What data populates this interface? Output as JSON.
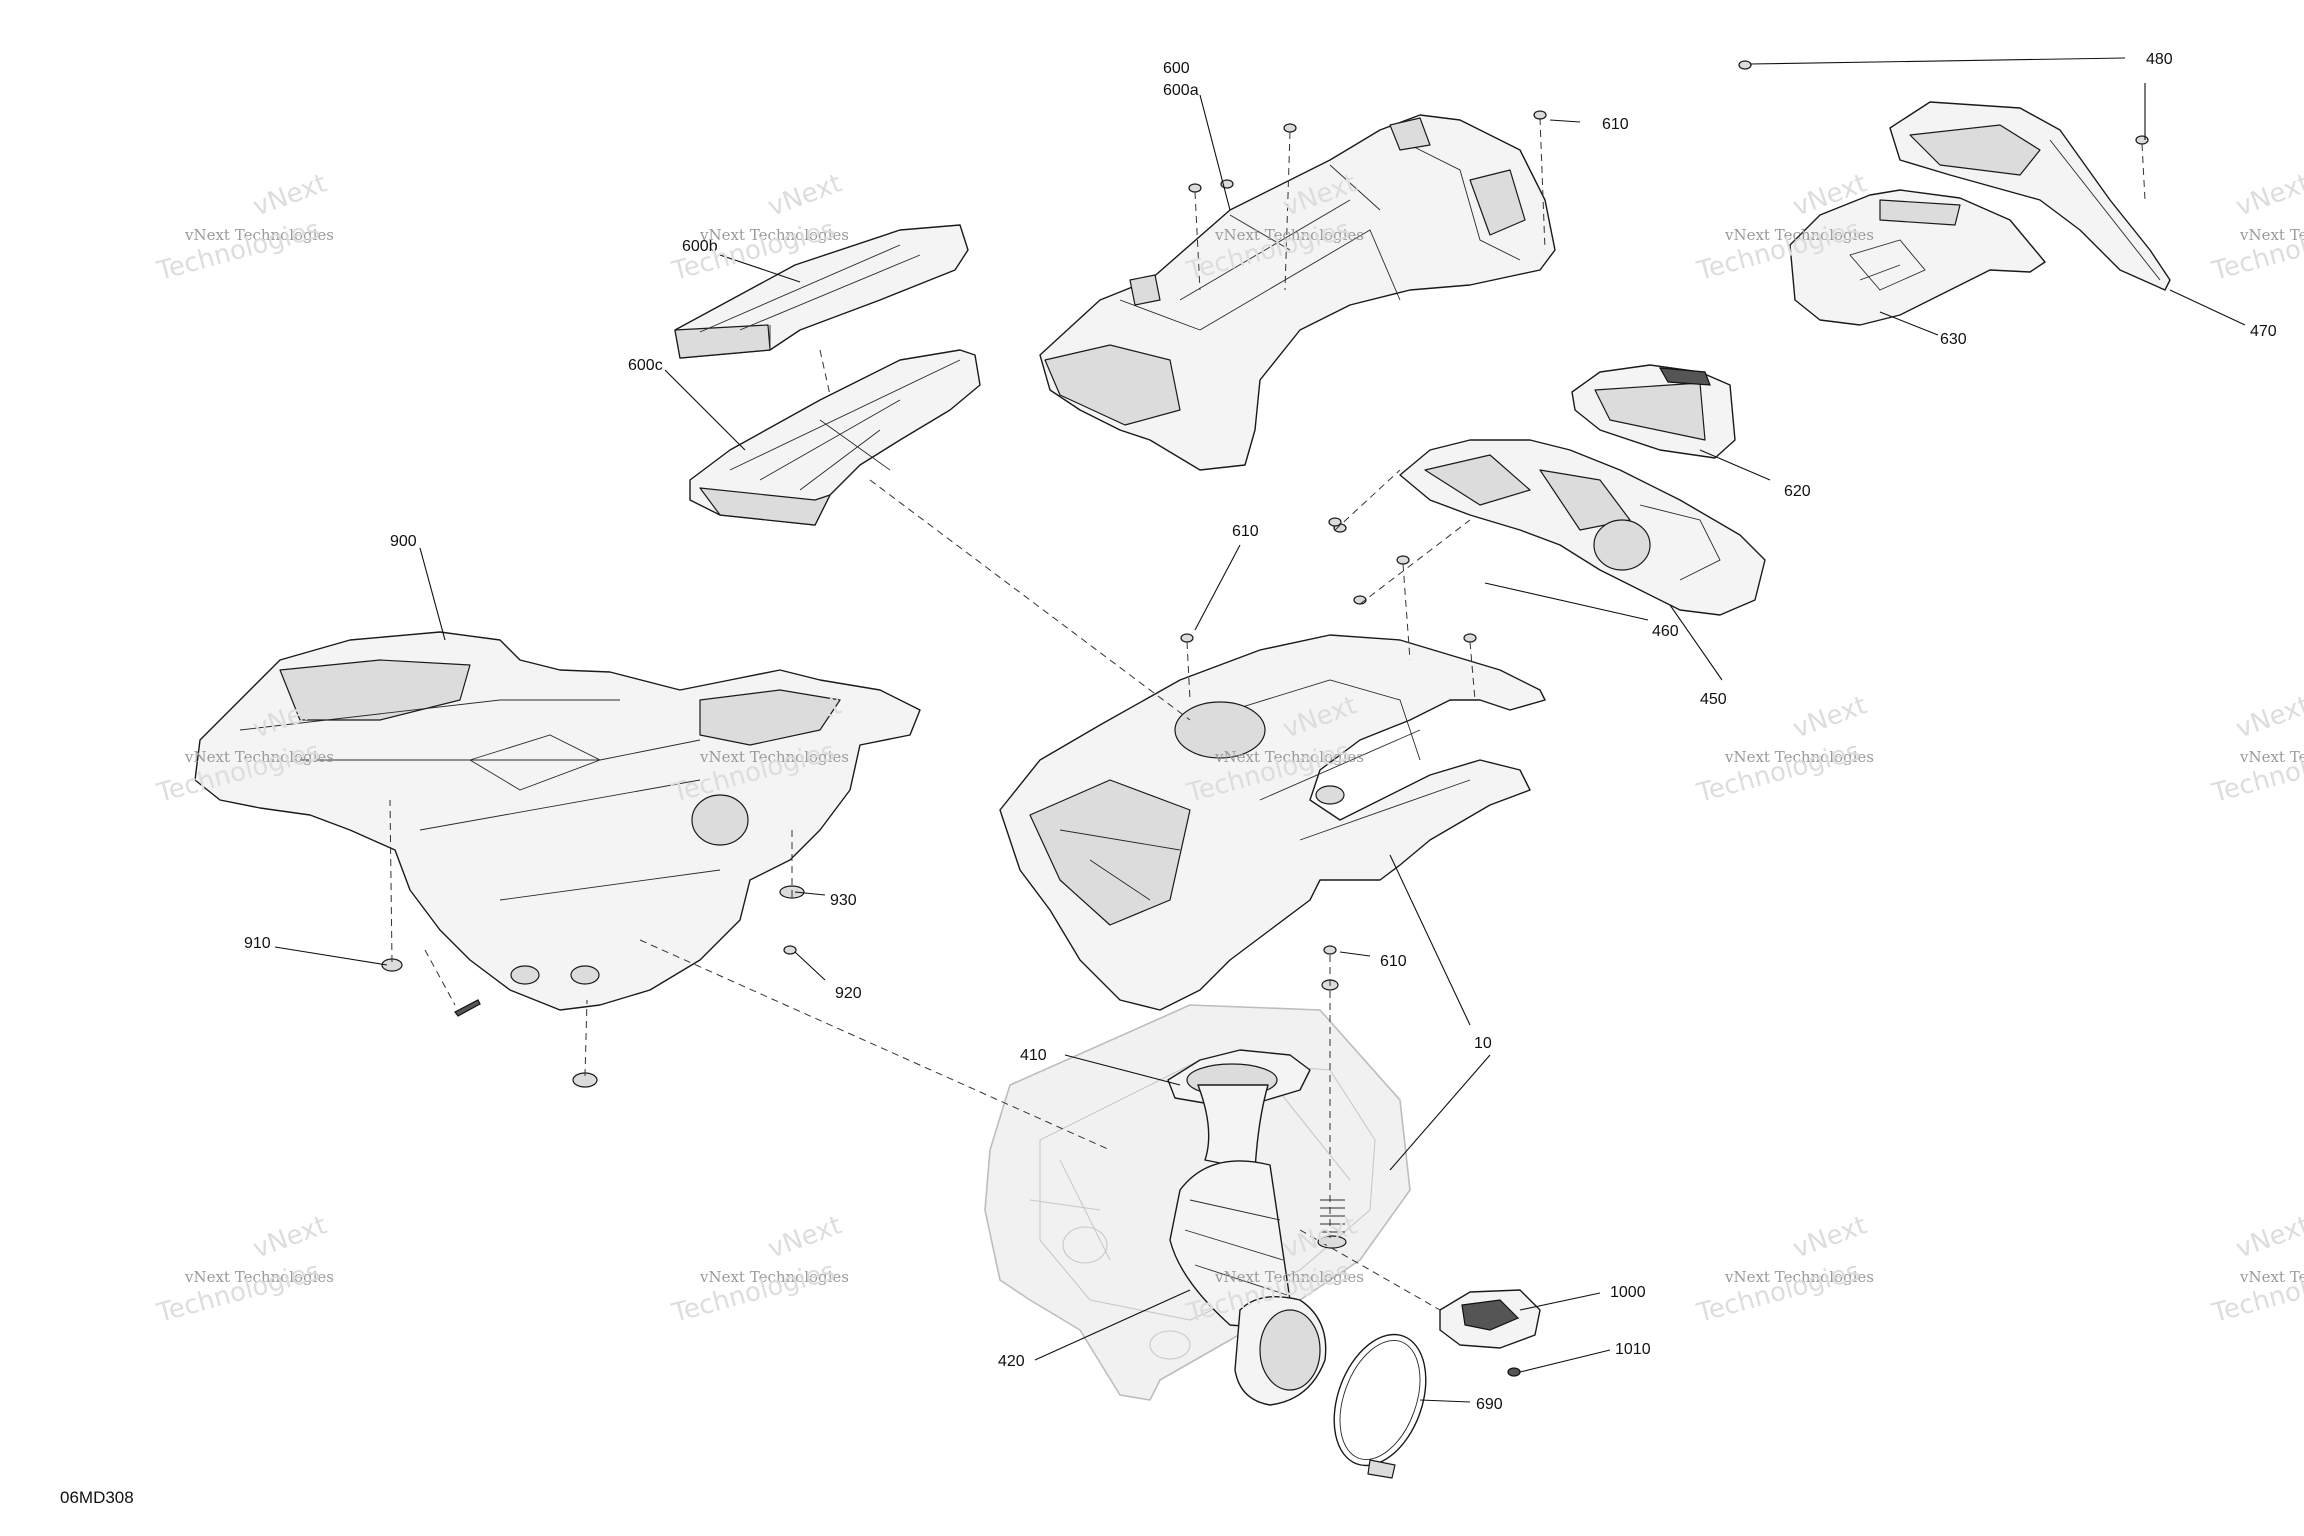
{
  "drawing_code": "06MD308",
  "callouts": [
    {
      "id": "c600",
      "text": "600"
    },
    {
      "id": "c600a",
      "text": "600a"
    },
    {
      "id": "c610a",
      "text": "610"
    },
    {
      "id": "c480",
      "text": "480"
    },
    {
      "id": "c600b",
      "text": "600b"
    },
    {
      "id": "c600c",
      "text": "600c"
    },
    {
      "id": "c630",
      "text": "630"
    },
    {
      "id": "c470",
      "text": "470"
    },
    {
      "id": "c620",
      "text": "620"
    },
    {
      "id": "c900",
      "text": "900"
    },
    {
      "id": "c610b",
      "text": "610"
    },
    {
      "id": "c460",
      "text": "460"
    },
    {
      "id": "c450",
      "text": "450"
    },
    {
      "id": "c930",
      "text": "930"
    },
    {
      "id": "c910",
      "text": "910"
    },
    {
      "id": "c920",
      "text": "920"
    },
    {
      "id": "c610c",
      "text": "610"
    },
    {
      "id": "c410",
      "text": "410"
    },
    {
      "id": "c10",
      "text": "10"
    },
    {
      "id": "c1000",
      "text": "1000"
    },
    {
      "id": "c1010",
      "text": "1010"
    },
    {
      "id": "c420",
      "text": "420"
    },
    {
      "id": "c690",
      "text": "690"
    }
  ],
  "watermark": {
    "line1": "vNext Technologies",
    "line2": "vNext",
    "line3": "Technologies"
  }
}
